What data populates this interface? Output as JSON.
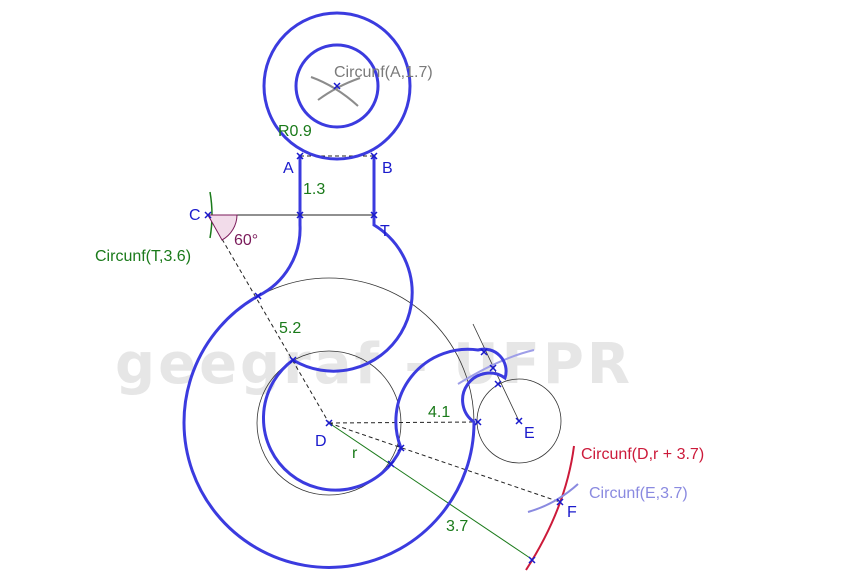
{
  "watermark": "geegraf - UFPR",
  "points": {
    "A": "A",
    "B": "B",
    "C": "C",
    "T": "T",
    "D": "D",
    "E": "E",
    "F": "F"
  },
  "dimensions": {
    "r09": "R0.9",
    "d13": "1.3",
    "d52": "5.2",
    "d41": "4.1",
    "r": "r",
    "d37": "3.7"
  },
  "angle": "60°",
  "constructions": {
    "circA": "Circunf(A,1.7)",
    "circT": "Circunf(T,3.6)",
    "circD": "Circunf(D,r + 3.7)",
    "circE": "Circunf(E,3.7)"
  },
  "colors": {
    "outline": "#3b3bdf",
    "labels": "#1a1acc",
    "dimensions": "#1a7a1a",
    "construction_gray": "#7a7a7a",
    "angle": "#7a1a5a",
    "circle_d": "#cc1a3a",
    "circle_e": "#8a8ae0",
    "watermark": "#e6e6e6"
  }
}
